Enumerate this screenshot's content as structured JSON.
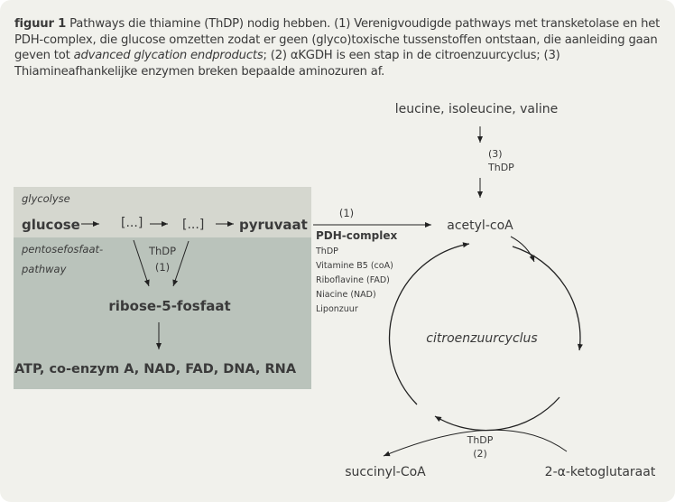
{
  "caption": {
    "label": "figuur 1",
    "text_a": " Pathways die thiamine (ThDP) nodig hebben. (1) Verenigvoudigde pathways met transketolase en het PDH-complex, die glucose omzetten zodat er geen (glyco)toxische tussenstoffen ontstaan, die aanleiding gaan geven tot ",
    "text_italic": "advanced glycation endproducts",
    "text_b": "; (2) αKGDH is een stap in de citroenzuurcyclus; (3) Thiamineafhankelijke enzymen breken bepaalde aminozuren af."
  },
  "diagram": {
    "glycolyse_label": "glycolyse",
    "pentose_label_1": "pentosefosfaat-",
    "pentose_label_2": "pathway",
    "glucose": "glucose",
    "intermediate_1": "[...]",
    "intermediate_2": "[...]",
    "pyruvaat": "pyruvaat",
    "ppp_thdp": "ThDP",
    "ppp_num": "(1)",
    "ribose": "ribose-5-fosfaat",
    "products": "ATP, co-enzym A, NAD, FAD, DNA, RNA",
    "pdh_num": "(1)",
    "pdh_title": "PDH-complex",
    "pdh_cofactors": [
      "ThDP",
      "Vitamine B5 (coA)",
      "Riboflavine (FAD)",
      "Niacine (NAD)",
      "Liponzuur"
    ],
    "bcaa": "leucine, isoleucine, valine",
    "bcaa_num": "(3)",
    "bcaa_thdp": "ThDP",
    "acetyl": "acetyl-coA",
    "cycle": "citroenzuurcyclus",
    "akgdh_thdp": "ThDP",
    "akgdh_num": "(2)",
    "succinyl": "succinyl-CoA",
    "ketoglutaraat": "2-α-ketoglutaraat"
  },
  "colors": {
    "background": "#f1f1ec",
    "glycolyse_band": "#d5d7cf",
    "pentose_band": "#bac3bb",
    "text": "#3a3a3a"
  }
}
